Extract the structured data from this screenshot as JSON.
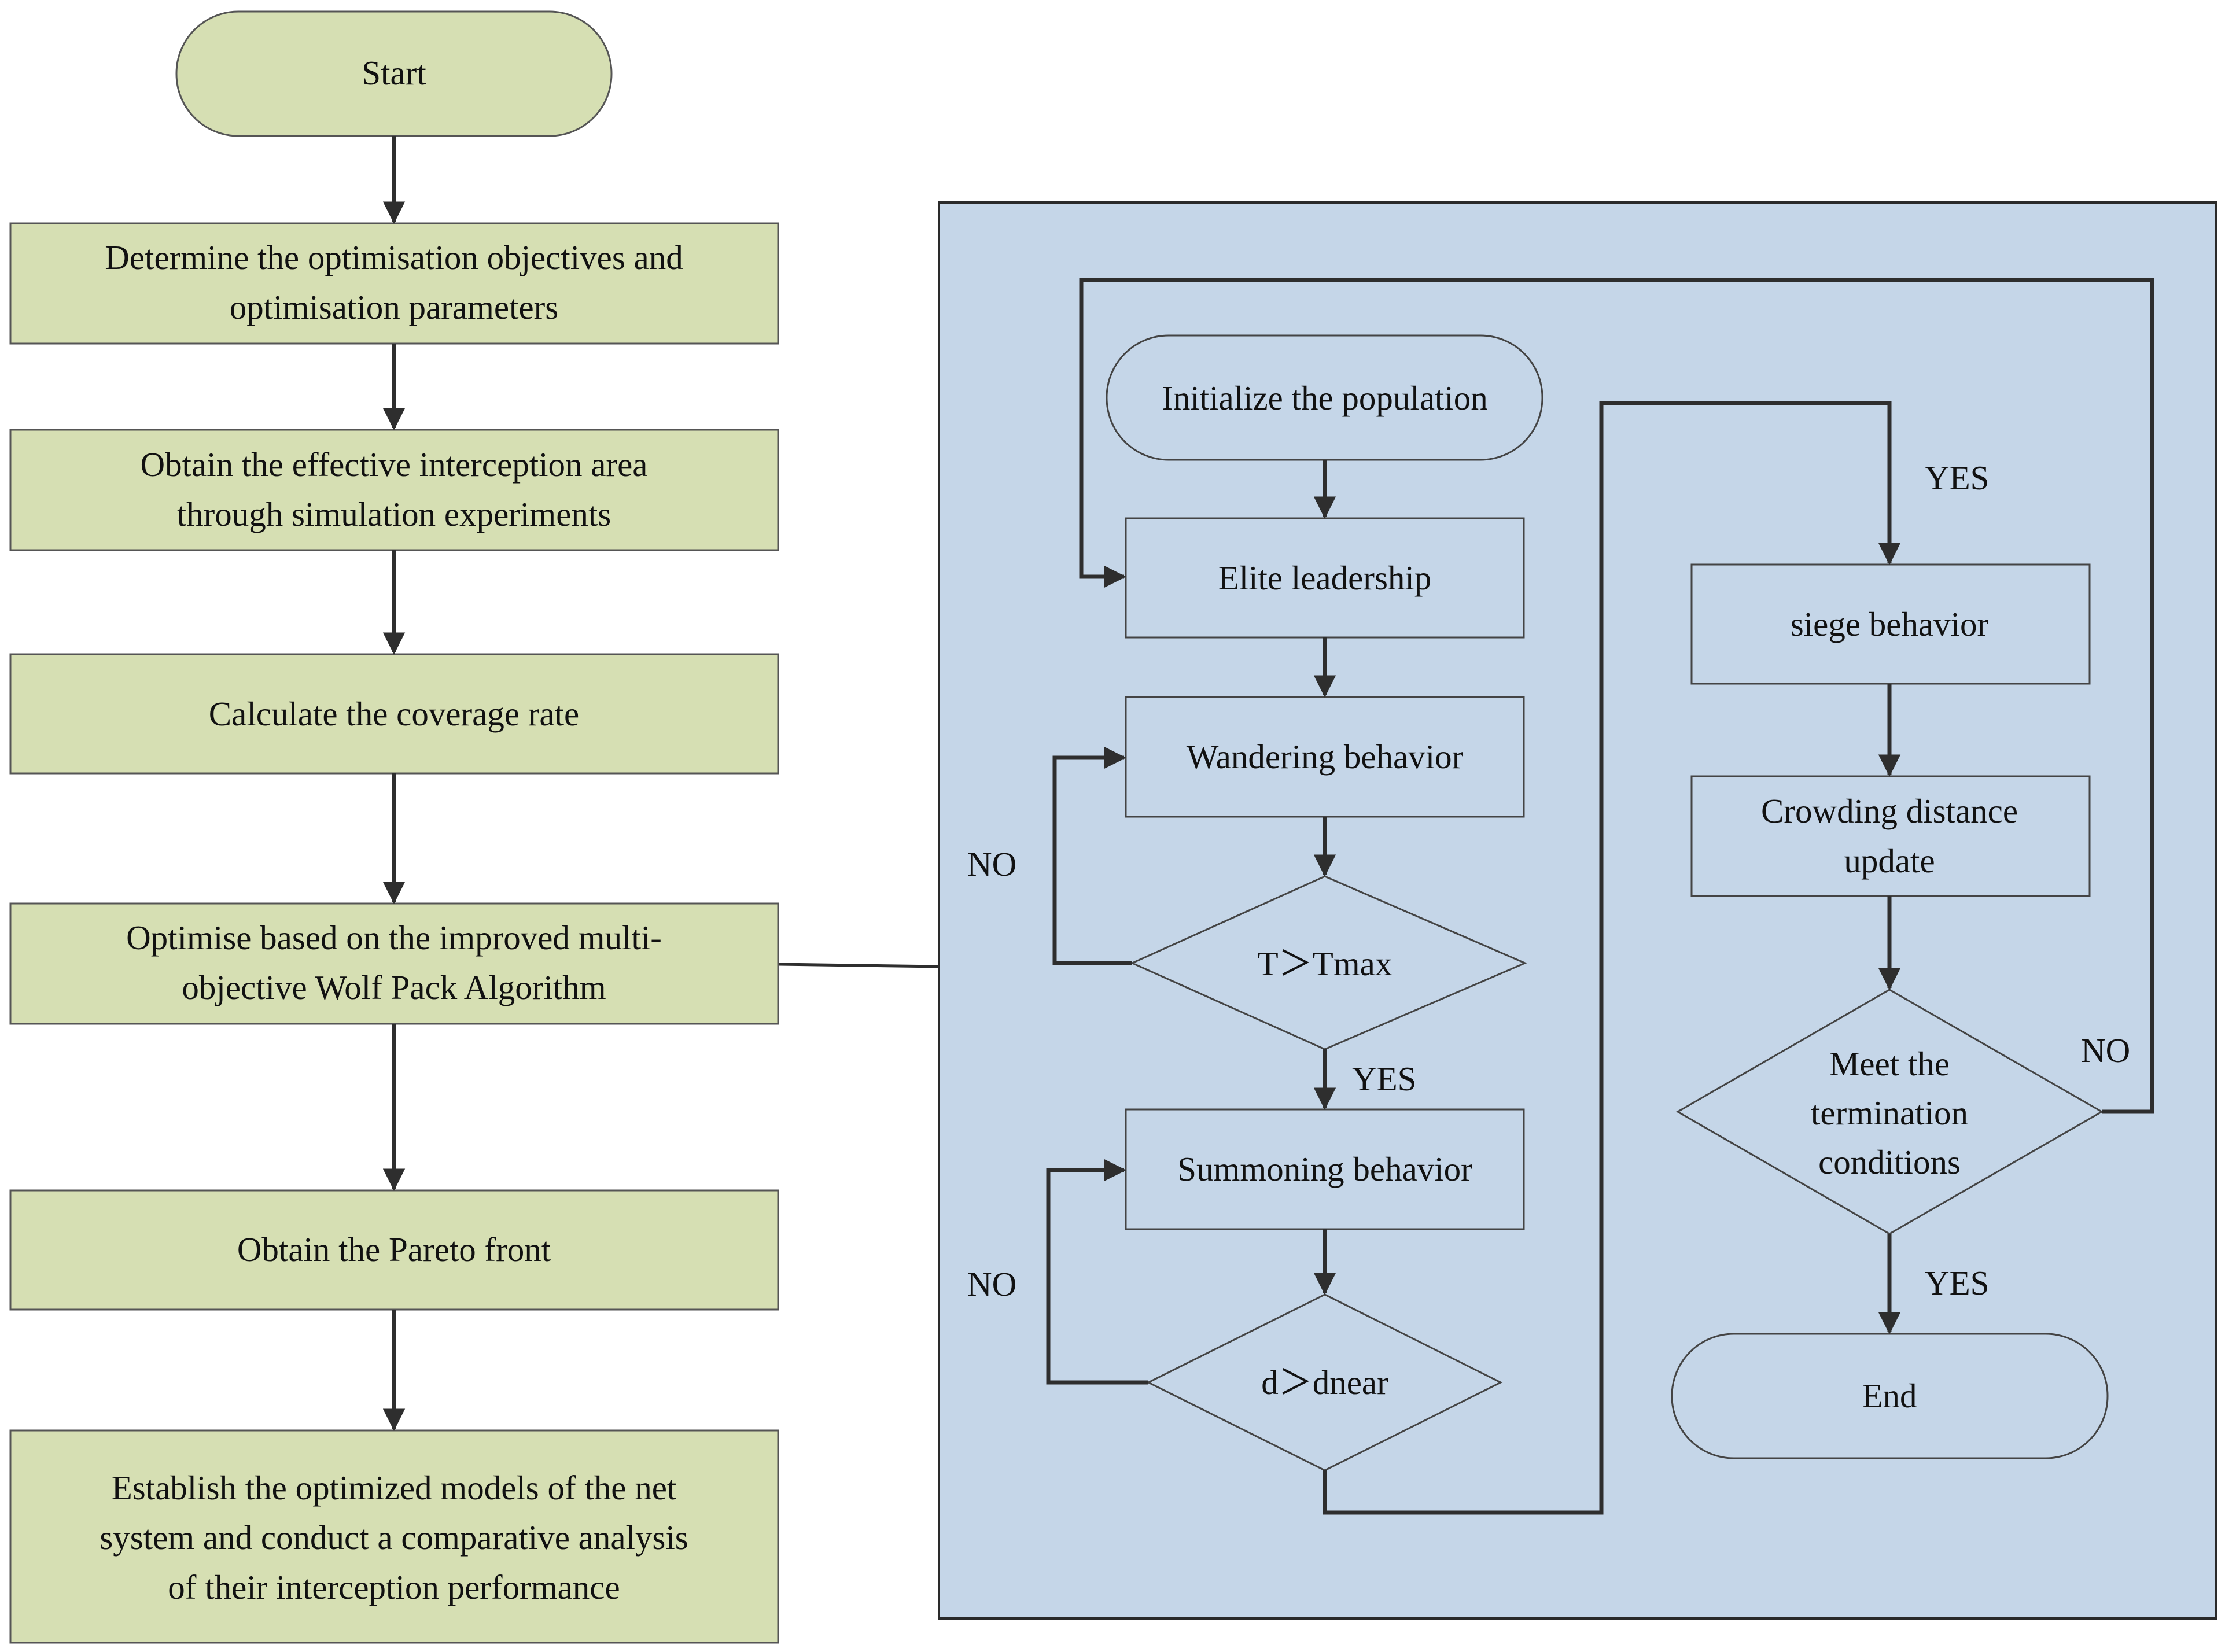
{
  "left_column": {
    "start": "Start",
    "step_1": [
      "Determine the optimisation objectives and",
      "optimisation parameters"
    ],
    "step_2": [
      "Obtain the effective interception area",
      "through simulation experiments"
    ],
    "step_3": [
      "Calculate the coverage rate"
    ],
    "step_4": [
      "Optimise based on the improved multi-",
      "objective Wolf Pack Algorithm"
    ],
    "step_5": [
      "Obtain the Pareto front"
    ],
    "step_6": [
      "Establish the optimized models of the  net",
      "system and conduct a comparative analysis",
      "of their interception performance"
    ]
  },
  "algorithm_panel": {
    "init": "Initialize the population",
    "elite": "Elite leadership",
    "wandering": "Wandering behavior",
    "t_condition": "T＞Tmax",
    "summoning": "Summoning behavior",
    "d_condition": "d＞dnear",
    "siege": "siege behavior",
    "crowding": [
      "Crowding distance",
      "update"
    ],
    "termination": [
      "Meet the",
      "termination",
      "conditions"
    ],
    "end": "End",
    "labels": {
      "no_wandering": "NO",
      "yes_t": "YES",
      "no_summoning": "NO",
      "yes_siege": "YES",
      "no_termination": "NO",
      "yes_end": "YES"
    }
  },
  "colors": {
    "left_box_fill": "#d6dfb3",
    "panel_fill": "#c5d6e8",
    "line": "#2e2e2e"
  }
}
